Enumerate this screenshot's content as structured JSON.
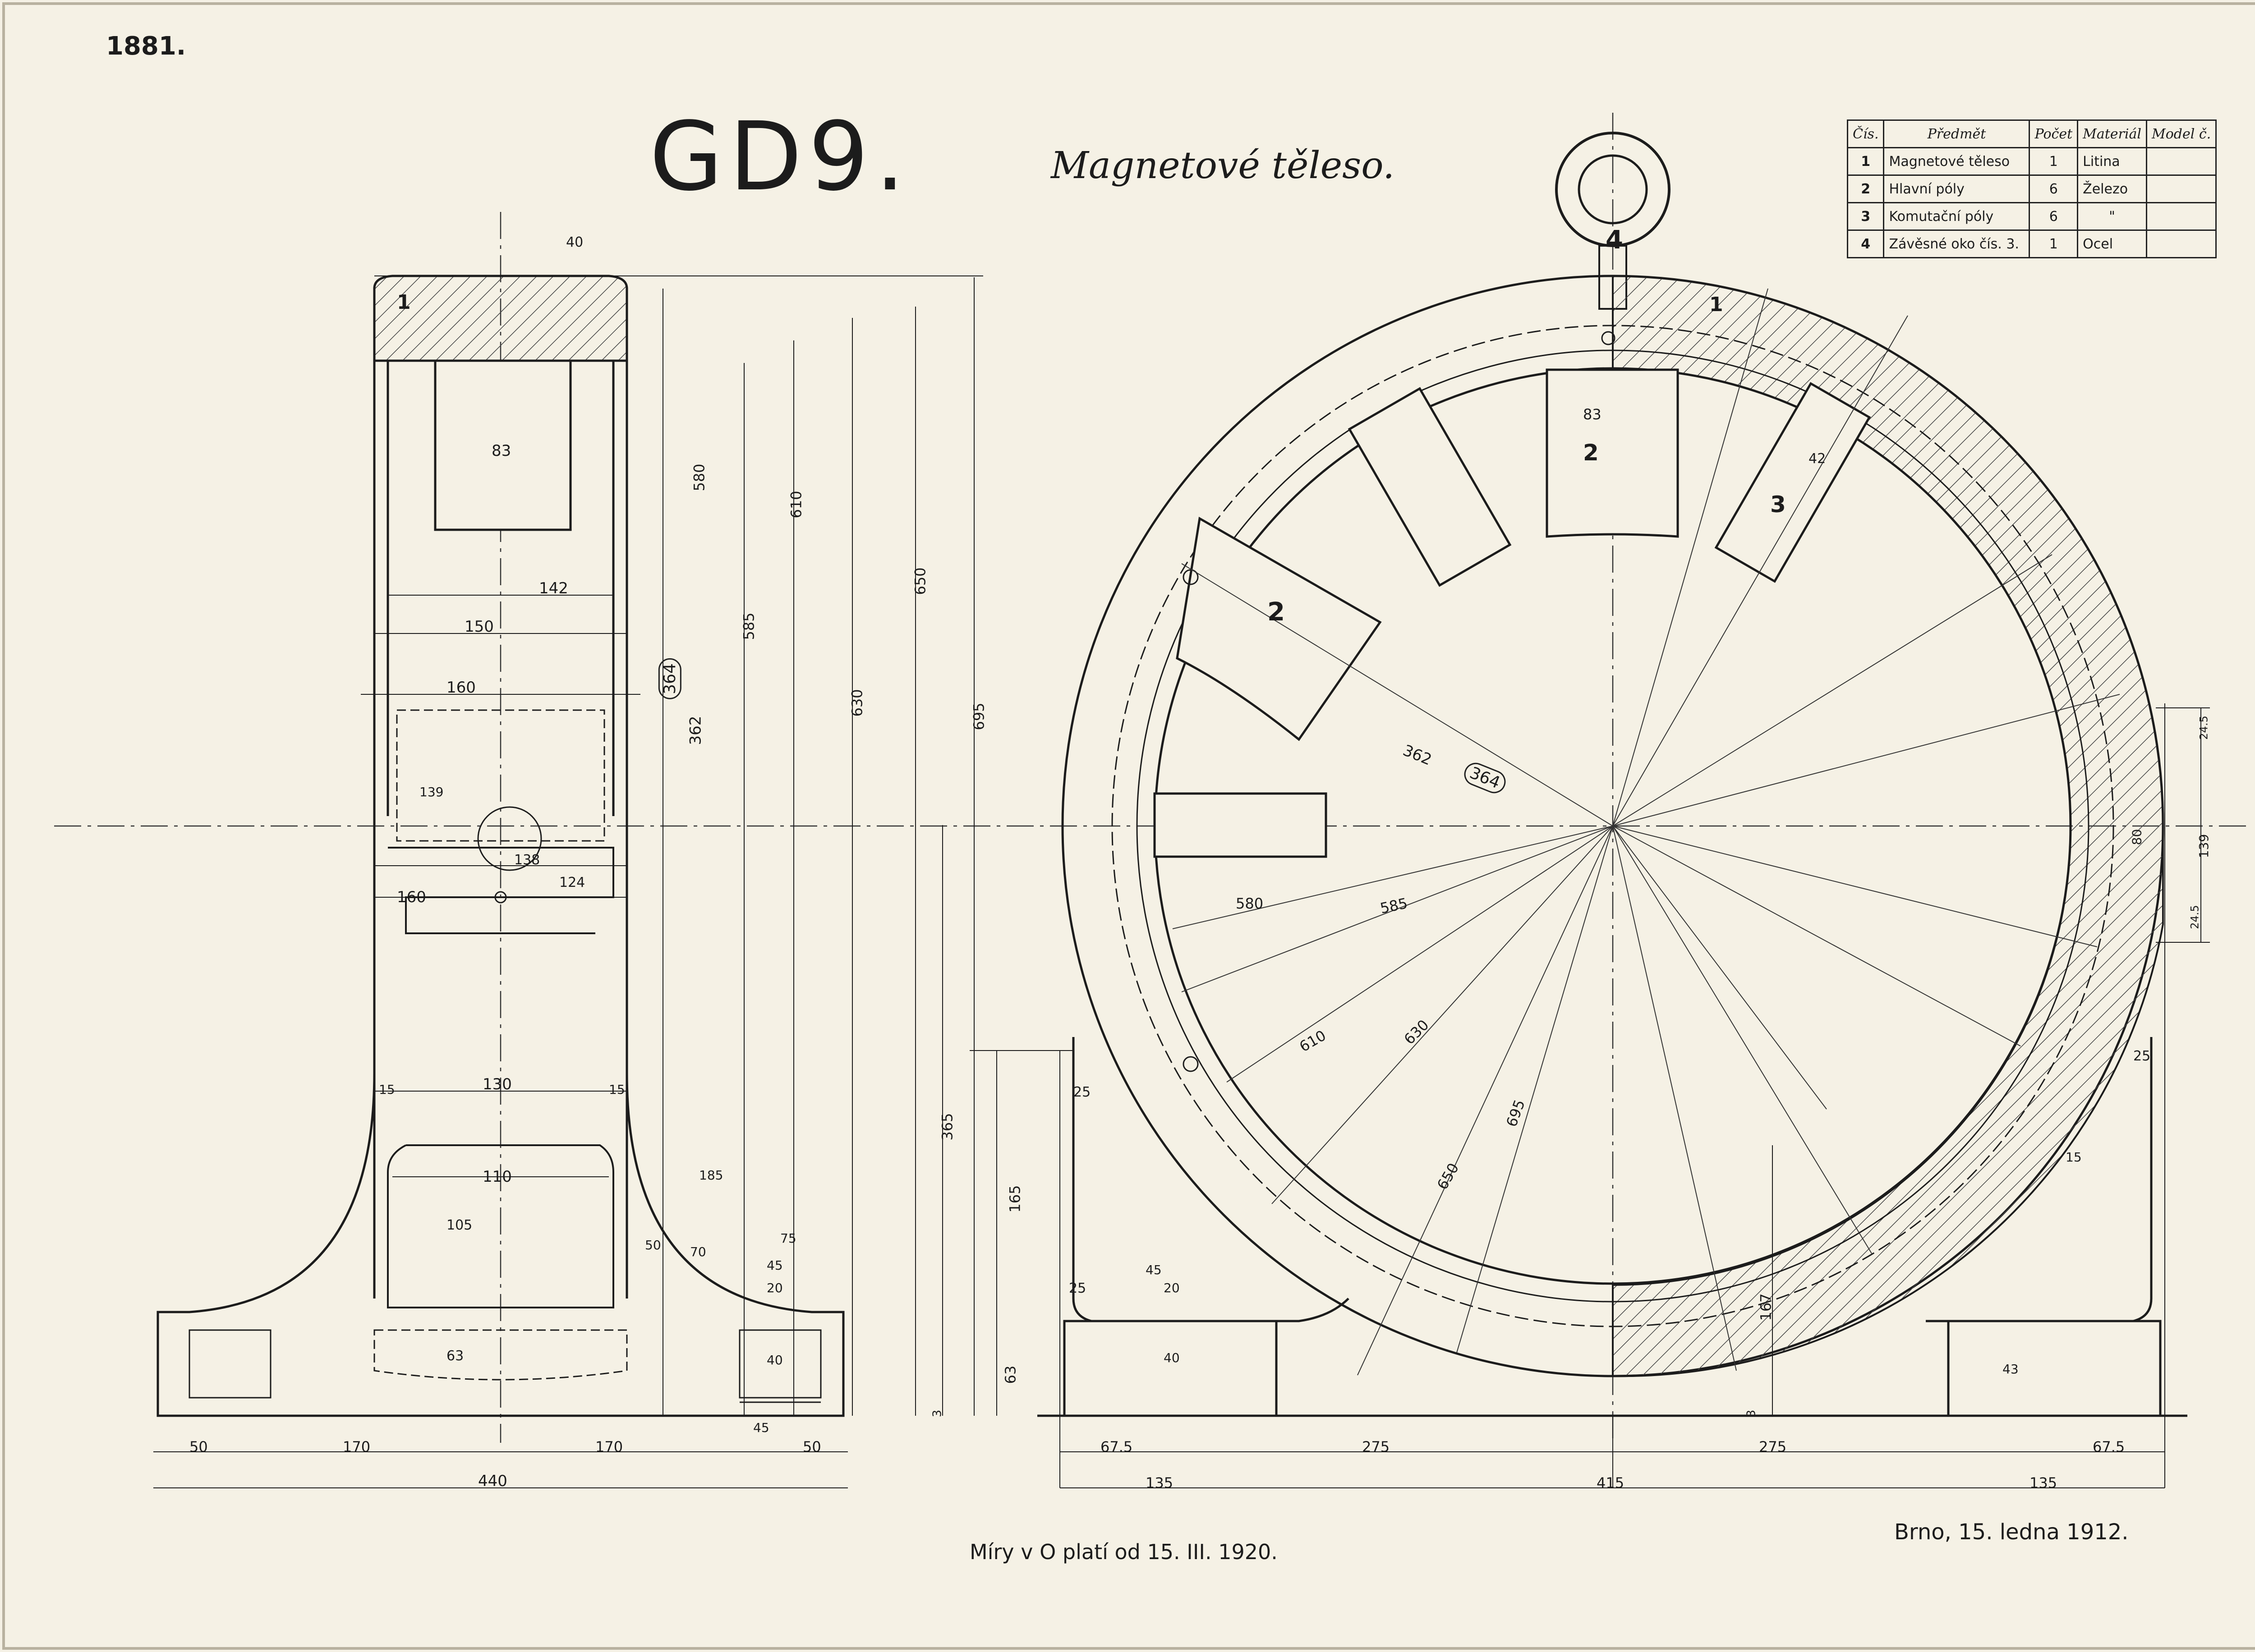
{
  "sheet": {
    "number": "1881.",
    "code": "GD9.",
    "title": "Magnetové těleso.",
    "validity_note": "Míry v O platí od 15. III. 1920.",
    "place_date": "Brno, 15. ledna 1912."
  },
  "parts_table": {
    "headers": [
      "Čís.",
      "Předmět",
      "Počet",
      "Materiál",
      "Model č."
    ],
    "rows": [
      {
        "no": "1",
        "item": "Magnetové těleso",
        "count": "1",
        "material": "Litina",
        "model": ""
      },
      {
        "no": "2",
        "item": "Hlavní póly",
        "count": "6",
        "material": "Železo",
        "model": ""
      },
      {
        "no": "3",
        "item": "Komutační póly",
        "count": "6",
        "material": "\"",
        "model": ""
      },
      {
        "no": "4",
        "item": "Závěsné oko čís. 3.",
        "count": "1",
        "material": "Ocel",
        "model": ""
      }
    ]
  },
  "side_view": {
    "dimensions": {
      "top_40": "40",
      "pole_83": "83",
      "d142": "142",
      "d150": "150",
      "d160": "160",
      "d139": "139",
      "d138": "138",
      "d124": "124",
      "d160b": "160",
      "d130": "130",
      "d15a": "15",
      "d15b": "15",
      "d110": "110",
      "d105": "105",
      "d63": "63",
      "d185": "185",
      "d50": "50",
      "d70": "70",
      "d75": "75",
      "d45": "45",
      "d20": "20",
      "d40": "40",
      "b50a": "50",
      "b170a": "170",
      "b170b": "170",
      "b45": "45",
      "b50b": "50",
      "total_440": "440",
      "v580": "580",
      "v610": "610",
      "v650": "650",
      "v585": "585",
      "v630": "630",
      "v695": "695",
      "v362": "362",
      "v364": "364",
      "v365": "365",
      "v3": "3"
    },
    "part_marks": {
      "p1": "1"
    }
  },
  "front_view": {
    "dimensions": {
      "r362": "362",
      "r364": "364",
      "r580": "580",
      "r585": "585",
      "r610": "610",
      "r630": "630",
      "r650": "650",
      "r695": "695",
      "pole_83": "83",
      "pole_42": "42",
      "h165": "165",
      "h63": "63",
      "h167": "167",
      "h25a": "25",
      "h25b": "25",
      "h25c": "25",
      "h40": "40",
      "h45": "45",
      "h20": "20",
      "h15": "15",
      "h43": "43",
      "h3": "3",
      "s80": "80",
      "s139": "139",
      "s248a": "24.5",
      "s248b": "24.5",
      "b675a": "67.5",
      "b275a": "275",
      "b275b": "275",
      "b675b": "67.5",
      "b135a": "135",
      "b415": "415",
      "b135b": "135"
    },
    "part_marks": {
      "p1": "1",
      "p2a": "2",
      "p2b": "2",
      "p3": "3",
      "p4": "4"
    }
  },
  "colors": {
    "paper": "#f5f1e5",
    "ink": "#1c1c1c",
    "hatch": "#444444"
  }
}
